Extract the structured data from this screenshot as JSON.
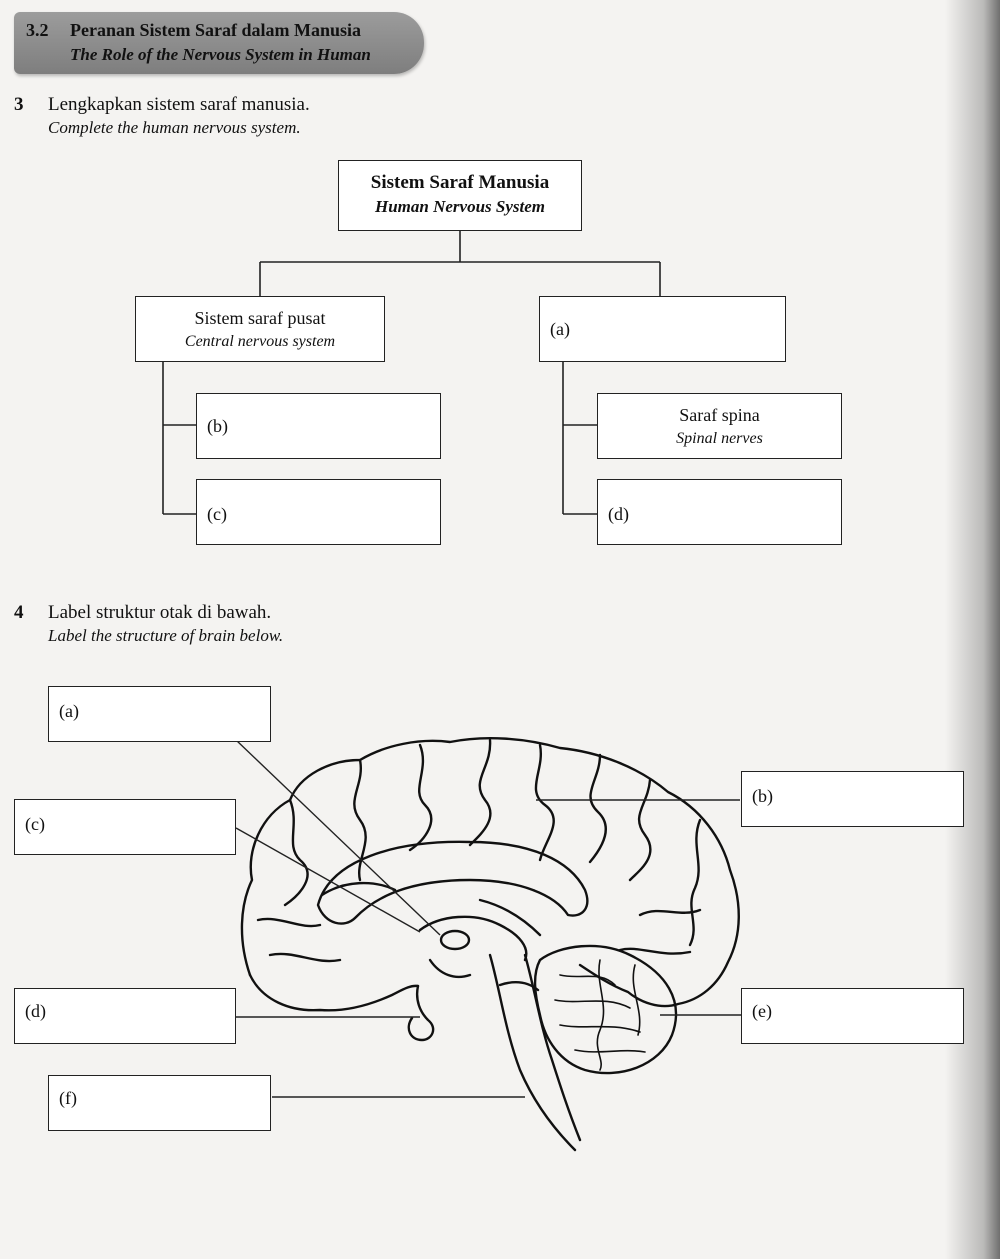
{
  "section": {
    "number": "3.2",
    "title_ms": "Peranan Sistem Saraf dalam Manusia",
    "title_en": "The Role of the Nervous System in Human"
  },
  "question3": {
    "number": "3",
    "text_ms": "Lengkapkan sistem saraf manusia.",
    "text_en": "Complete the human nervous system.",
    "root": {
      "ms": "Sistem Saraf Manusia",
      "en": "Human Nervous System"
    },
    "cns": {
      "ms": "Sistem saraf pusat",
      "en": "Central nervous system"
    },
    "box_a": "(a)",
    "box_b": "(b)",
    "box_c": "(c)",
    "box_d": "(d)",
    "spinal": {
      "ms": "Saraf spina",
      "en": "Spinal nerves"
    }
  },
  "question4": {
    "number": "4",
    "text_ms": "Label struktur otak di bawah.",
    "text_en": "Label the structure of brain below.",
    "labels": {
      "a": "(a)",
      "b": "(b)",
      "c": "(c)",
      "d": "(d)",
      "e": "(e)",
      "f": "(f)"
    }
  },
  "colors": {
    "header_bg": "#8a8a8a",
    "page_bg": "#f4f3f1",
    "ink": "#111111"
  }
}
